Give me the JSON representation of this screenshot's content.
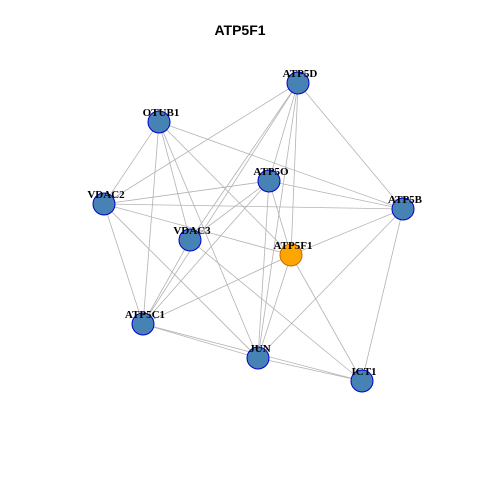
{
  "title": "ATP5F1",
  "colors": {
    "node_fill": "#4682B4",
    "node_stroke": "#0000CD",
    "focus_fill": "#FFA500",
    "focus_stroke": "#CD6600",
    "edge": "#B3B3B3",
    "label": "#000000"
  },
  "graph": {
    "focus_node": "ATP5F1",
    "nodes": [
      {
        "id": "ATP5D"
      },
      {
        "id": "OTUB1"
      },
      {
        "id": "ATP5O"
      },
      {
        "id": "VDAC2"
      },
      {
        "id": "ATP5B"
      },
      {
        "id": "VDAC3"
      },
      {
        "id": "ATP5F1"
      },
      {
        "id": "ATP5C1"
      },
      {
        "id": "JUN"
      },
      {
        "id": "ICT1"
      }
    ],
    "edges": [
      [
        "ATP5D",
        "VDAC2"
      ],
      [
        "ATP5D",
        "VDAC3"
      ],
      [
        "ATP5D",
        "ATP5O"
      ],
      [
        "ATP5D",
        "ATP5F1"
      ],
      [
        "ATP5D",
        "ATP5B"
      ],
      [
        "ATP5D",
        "ATP5C1"
      ],
      [
        "ATP5D",
        "JUN"
      ],
      [
        "OTUB1",
        "VDAC2"
      ],
      [
        "OTUB1",
        "VDAC3"
      ],
      [
        "OTUB1",
        "ATP5B"
      ],
      [
        "OTUB1",
        "ATP5C1"
      ],
      [
        "OTUB1",
        "JUN"
      ],
      [
        "OTUB1",
        "ATP5F1"
      ],
      [
        "ATP5O",
        "VDAC2"
      ],
      [
        "ATP5O",
        "VDAC3"
      ],
      [
        "ATP5O",
        "ATP5F1"
      ],
      [
        "ATP5O",
        "ATP5B"
      ],
      [
        "ATP5O",
        "ATP5C1"
      ],
      [
        "ATP5O",
        "JUN"
      ],
      [
        "VDAC2",
        "ATP5B"
      ],
      [
        "VDAC2",
        "ATP5F1"
      ],
      [
        "VDAC2",
        "ATP5C1"
      ],
      [
        "VDAC2",
        "JUN"
      ],
      [
        "ATP5B",
        "ATP5F1"
      ],
      [
        "ATP5B",
        "JUN"
      ],
      [
        "ATP5B",
        "ICT1"
      ],
      [
        "VDAC3",
        "ATP5C1"
      ],
      [
        "VDAC3",
        "ICT1"
      ],
      [
        "ATP5F1",
        "ATP5C1"
      ],
      [
        "ATP5F1",
        "JUN"
      ],
      [
        "ATP5F1",
        "ICT1"
      ],
      [
        "ATP5C1",
        "JUN"
      ],
      [
        "ATP5C1",
        "ICT1"
      ],
      [
        "JUN",
        "ICT1"
      ]
    ]
  }
}
